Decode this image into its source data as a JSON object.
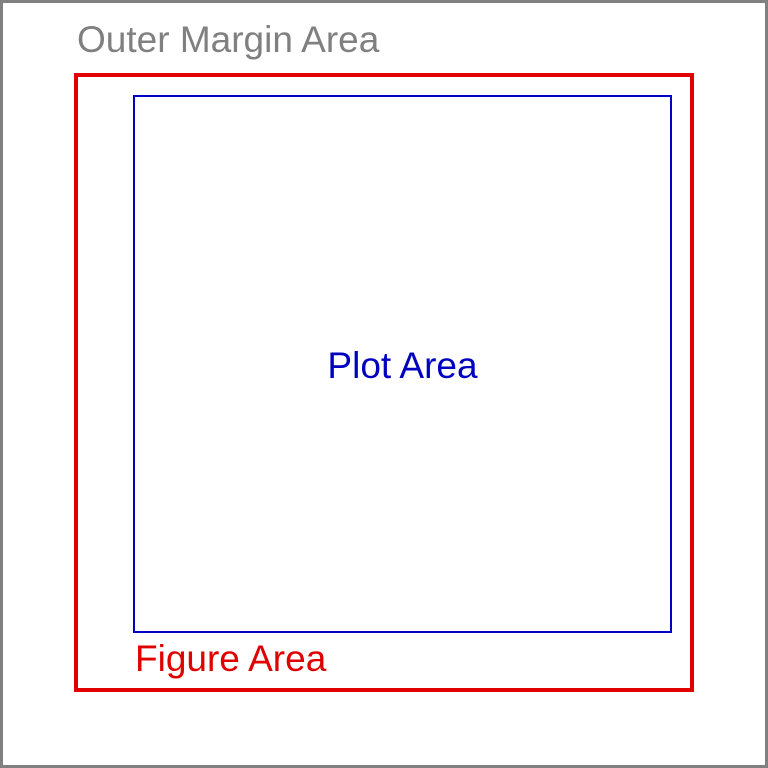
{
  "colors": {
    "outer": "#808080",
    "figure": "#e00000",
    "plot": "#0000c0"
  },
  "labels": {
    "outer_margin": "Outer Margin Area",
    "figure_area": "Figure Area",
    "plot_area": "Plot Area"
  }
}
